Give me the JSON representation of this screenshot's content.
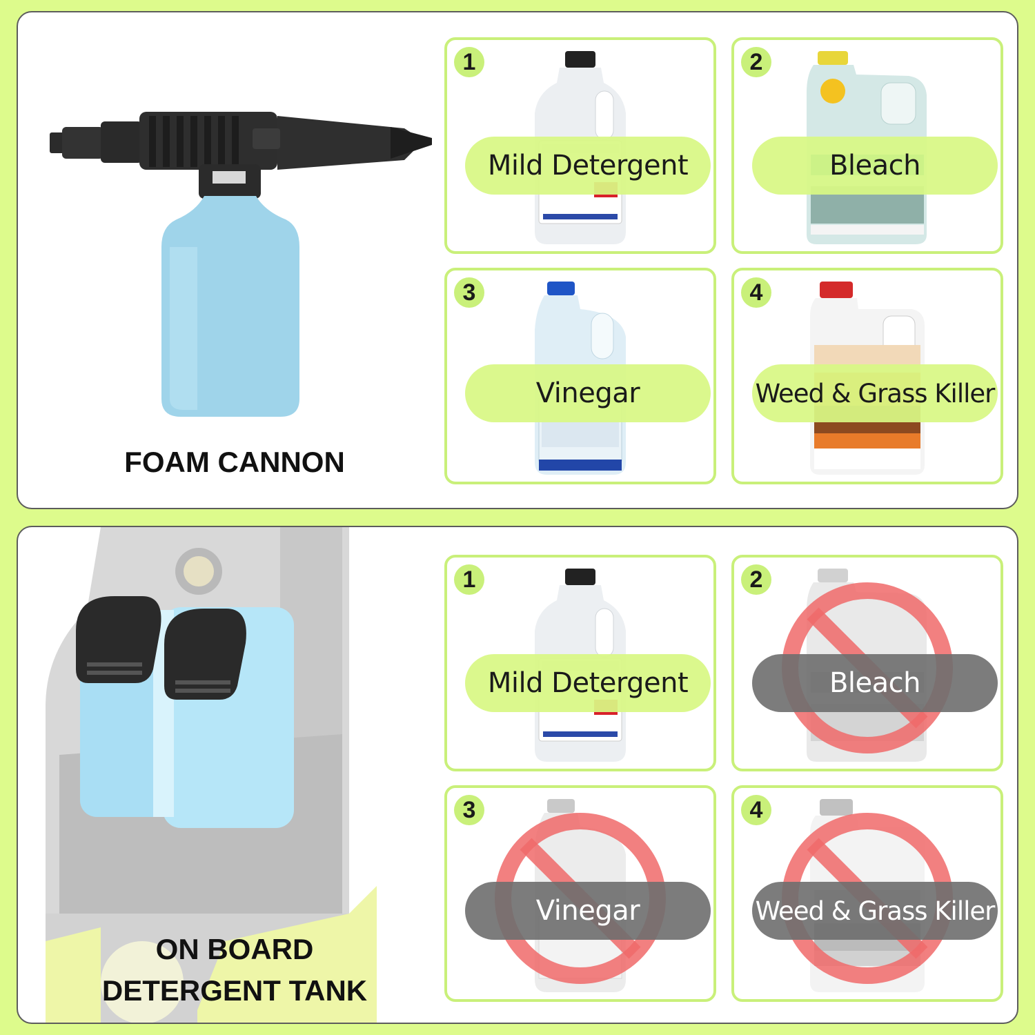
{
  "top": {
    "caption": "FOAM CANNON",
    "cards": [
      {
        "number": "1",
        "label": "Mild Detergent",
        "status": "ok",
        "product_icon": "detergent-jug-icon"
      },
      {
        "number": "2",
        "label": "Bleach",
        "status": "ok",
        "product_icon": "outdoor-cleaner-jug-icon"
      },
      {
        "number": "3",
        "label": "Vinegar",
        "status": "ok",
        "product_icon": "bleach-jug-icon"
      },
      {
        "number": "4",
        "label": "Weed & Grass Killer",
        "status": "ok",
        "product_icon": "weed-killer-jug-icon"
      }
    ]
  },
  "bottom": {
    "caption_line1": "ON BOARD",
    "caption_line2": "DETERGENT TANK",
    "cards": [
      {
        "number": "1",
        "label": "Mild Detergent",
        "status": "ok",
        "product_icon": "detergent-jug-icon"
      },
      {
        "number": "2",
        "label": "Bleach",
        "status": "prohibited",
        "product_icon": "outdoor-cleaner-jug-icon"
      },
      {
        "number": "3",
        "label": "Vinegar",
        "status": "prohibited",
        "product_icon": "bleach-jug-icon"
      },
      {
        "number": "4",
        "label": "Weed & Grass Killer",
        "status": "prohibited",
        "product_icon": "weed-killer-jug-icon"
      }
    ]
  },
  "colors": {
    "background": "#ddfb8c",
    "card_border": "#c9f07a",
    "ok_pill": "#d8f884",
    "prohibited_pill": "#6e6e6e",
    "prohibited_sign": "#f06a6a"
  }
}
